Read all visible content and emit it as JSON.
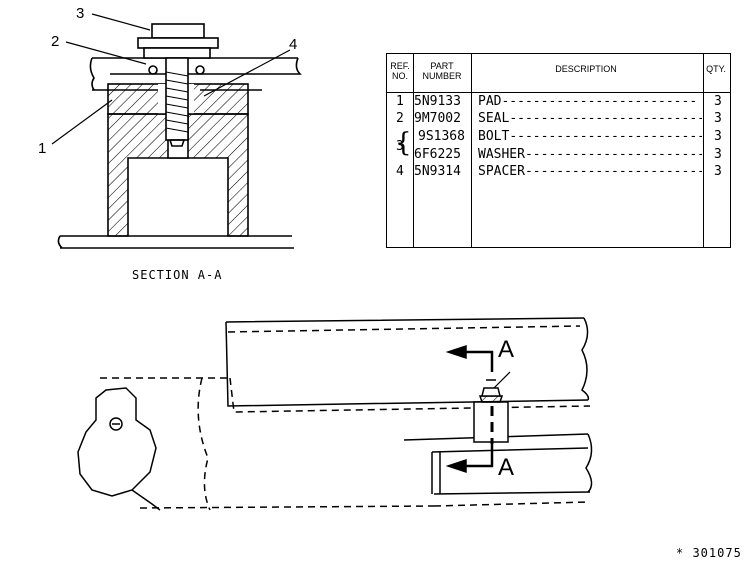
{
  "section": {
    "callouts": [
      "3",
      "2",
      "4",
      "1"
    ],
    "caption": "SECTION A-A"
  },
  "table": {
    "headers": {
      "ref": "REF. NO.",
      "part": "PART NUMBER",
      "desc": "DESCRIPTION",
      "qty": "QTY."
    },
    "rows": [
      {
        "ref": "1",
        "part": "5N9133",
        "desc": "PAD",
        "qty": "3"
      },
      {
        "ref": "2",
        "part": "9M7002",
        "desc": "SEAL",
        "qty": "3"
      },
      {
        "ref": "",
        "part": "9S1368",
        "desc": "BOLT",
        "qty": "3"
      },
      {
        "ref": "3",
        "part": "6F6225",
        "desc": "WASHER",
        "qty": "3"
      },
      {
        "ref": "4",
        "part": "5N9314",
        "desc": "SPACER",
        "qty": "3"
      }
    ]
  },
  "view": {
    "marker_top": "A",
    "marker_bottom": "A"
  },
  "figure_number": "* 301075"
}
